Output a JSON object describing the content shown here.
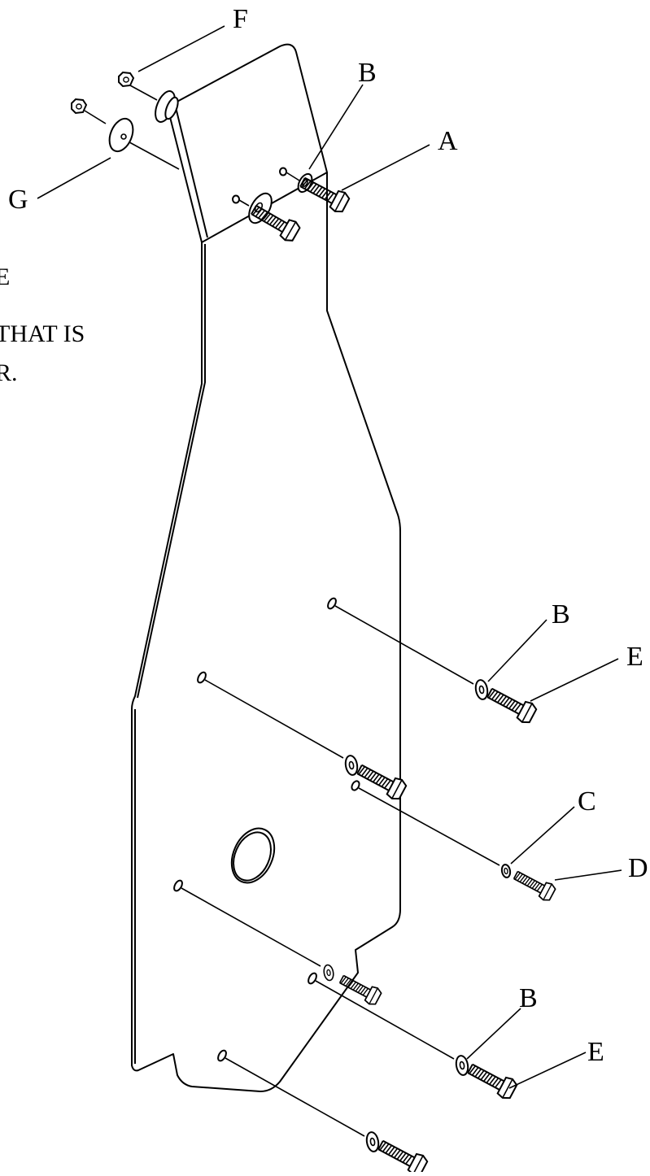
{
  "diagram": {
    "note_lines": [
      "E",
      "THAT IS",
      "R."
    ],
    "callouts": {
      "f_top": "F",
      "g_left": "G",
      "b_top": "B",
      "a_top": "A",
      "b_right_upper": "B",
      "e_right_upper": "E",
      "c_right": "C",
      "d_right": "D",
      "b_right_lower": "B",
      "e_right_lower": "E"
    }
  }
}
